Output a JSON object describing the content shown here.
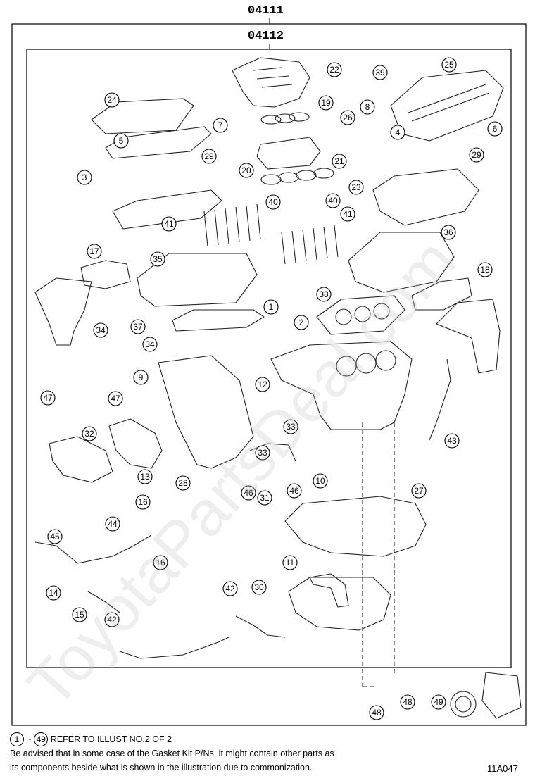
{
  "header": {
    "outer_code": "04111",
    "inner_code": "04112"
  },
  "callouts": [
    {
      "num": "1"
    },
    {
      "num": "2"
    },
    {
      "num": "3"
    },
    {
      "num": "4"
    },
    {
      "num": "5"
    },
    {
      "num": "6"
    },
    {
      "num": "7"
    },
    {
      "num": "8"
    },
    {
      "num": "9"
    },
    {
      "num": "10"
    },
    {
      "num": "11"
    },
    {
      "num": "12"
    },
    {
      "num": "13"
    },
    {
      "num": "14"
    },
    {
      "num": "15"
    },
    {
      "num": "16"
    },
    {
      "num": "16"
    },
    {
      "num": "17"
    },
    {
      "num": "18"
    },
    {
      "num": "19"
    },
    {
      "num": "20"
    },
    {
      "num": "21"
    },
    {
      "num": "22"
    },
    {
      "num": "23"
    },
    {
      "num": "24"
    },
    {
      "num": "25"
    },
    {
      "num": "26"
    },
    {
      "num": "27"
    },
    {
      "num": "28"
    },
    {
      "num": "29"
    },
    {
      "num": "29"
    },
    {
      "num": "30"
    },
    {
      "num": "31"
    },
    {
      "num": "32"
    },
    {
      "num": "33"
    },
    {
      "num": "33"
    },
    {
      "num": "34"
    },
    {
      "num": "34"
    },
    {
      "num": "35"
    },
    {
      "num": "36"
    },
    {
      "num": "37"
    },
    {
      "num": "38"
    },
    {
      "num": "39"
    },
    {
      "num": "40"
    },
    {
      "num": "40"
    },
    {
      "num": "41"
    },
    {
      "num": "41"
    },
    {
      "num": "42"
    },
    {
      "num": "42"
    },
    {
      "num": "43"
    },
    {
      "num": "44"
    },
    {
      "num": "45"
    },
    {
      "num": "46"
    },
    {
      "num": "46"
    },
    {
      "num": "47"
    },
    {
      "num": "47"
    },
    {
      "num": "48"
    },
    {
      "num": "48"
    },
    {
      "num": "49"
    }
  ],
  "footer": {
    "range_start": "1",
    "range_sep": "~",
    "range_end": "49",
    "refer_text": "REFER TO ILLUST NO.2 OF 2",
    "note_line1": "Be advised that in some case of the Gasket Kit P/Ns,  it might contain other parts as",
    "note_line2": "its components beside what is shown in the illustration due to commonization.",
    "sheet_id": "11A047"
  },
  "watermark": {
    "text": "ToyotaPartsDeal.com"
  }
}
